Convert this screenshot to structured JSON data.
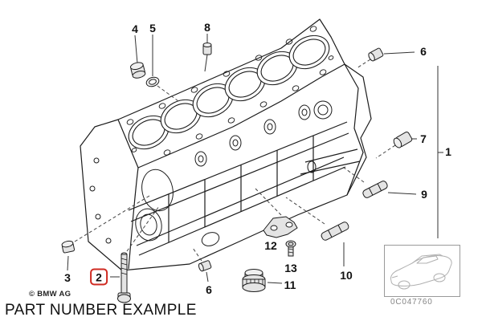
{
  "diagram": {
    "caption": "PART NUMBER EXAMPLE",
    "copyright": "© BMW AG",
    "drawing_code": "0C047760",
    "highlighted_part": "2",
    "subject": "engine-block-exploded-view",
    "callouts": [
      {
        "id": "callout-1",
        "label": "1",
        "highlighted": false
      },
      {
        "id": "callout-2",
        "label": "2",
        "highlighted": true
      },
      {
        "id": "callout-3",
        "label": "3",
        "highlighted": false
      },
      {
        "id": "callout-4",
        "label": "4",
        "highlighted": false
      },
      {
        "id": "callout-5",
        "label": "5",
        "highlighted": false
      },
      {
        "id": "callout-6-upper",
        "label": "6",
        "highlighted": false
      },
      {
        "id": "callout-6-lower",
        "label": "6",
        "highlighted": false
      },
      {
        "id": "callout-7",
        "label": "7",
        "highlighted": false
      },
      {
        "id": "callout-8",
        "label": "8",
        "highlighted": false
      },
      {
        "id": "callout-9",
        "label": "9",
        "highlighted": false
      },
      {
        "id": "callout-10",
        "label": "10",
        "highlighted": false
      },
      {
        "id": "callout-11",
        "label": "11",
        "highlighted": false
      },
      {
        "id": "callout-12",
        "label": "12",
        "highlighted": false
      },
      {
        "id": "callout-13",
        "label": "13",
        "highlighted": false
      }
    ],
    "colors": {
      "line": "#1c1c1c",
      "highlight_red": "#cf2a21",
      "part_fill": "#e4e4e4",
      "muted_gray": "#8a8a8a"
    }
  }
}
